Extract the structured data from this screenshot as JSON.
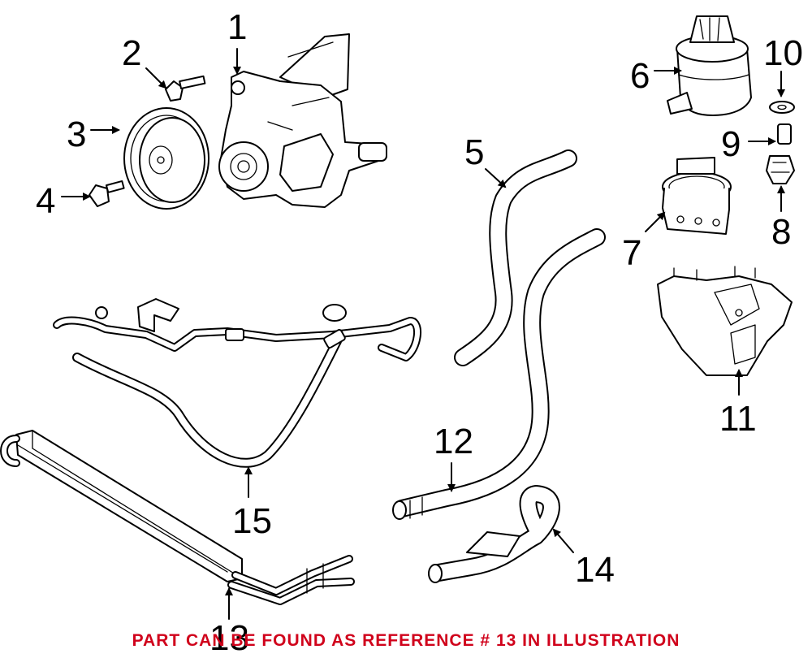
{
  "callouts": {
    "c1": "1",
    "c2": "2",
    "c3": "3",
    "c4": "4",
    "c5": "5",
    "c6": "6",
    "c7": "7",
    "c8": "8",
    "c9": "9",
    "c10": "10",
    "c11": "11",
    "c12": "12",
    "c13": "13",
    "c14": "14",
    "c15": "15"
  },
  "note": "PART CAN BE FOUND AS REFERENCE # 13 IN ILLUSTRATION",
  "colors": {
    "note": "#d0021b",
    "line": "#000000"
  }
}
